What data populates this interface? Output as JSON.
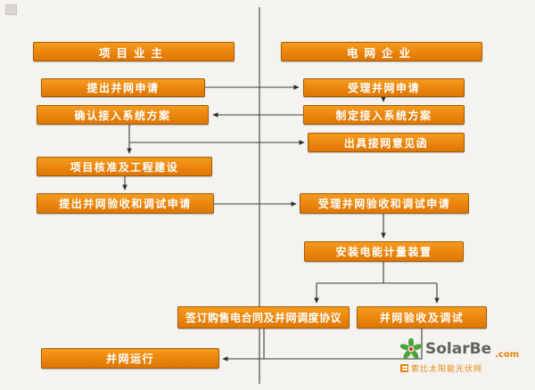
{
  "page": {
    "background": "#f5f3f0"
  },
  "colors": {
    "box_fill": "#e8820c",
    "box_border": "#a05c05",
    "line": "#3c3c3c",
    "watermark_accent": "#e8820c",
    "watermark_gray": "#63615e"
  },
  "columns": {
    "left_header": "项目业主",
    "right_header": "电网企业"
  },
  "nodes": {
    "owner_header": {
      "label": "项目业主"
    },
    "grid_header": {
      "label": "电网企业"
    },
    "submit_application": {
      "label": "提出并网申请"
    },
    "accept_application": {
      "label": "受理并网申请"
    },
    "confirm_plan": {
      "label": "确认接入系统方案"
    },
    "make_plan": {
      "label": "制定接入系统方案"
    },
    "issue_letter": {
      "label": "出具接网意见函"
    },
    "project_construction": {
      "label": "项目核准及工程建设"
    },
    "submit_acceptance": {
      "label": "提出并网验收和调试申请"
    },
    "accept_acceptance": {
      "label": "受理并网验收和调试申请"
    },
    "install_meter": {
      "label": "安装电能计量装置"
    },
    "sign_contract": {
      "label": "签订购售电合同及并网调度协议"
    },
    "acceptance_test": {
      "label": "并网验收及调试"
    },
    "grid_operation": {
      "label": "并网运行"
    }
  },
  "watermark": {
    "brand": "SolarBe",
    "tld": ".com",
    "subtitle": "索比太阳能光伏网"
  }
}
